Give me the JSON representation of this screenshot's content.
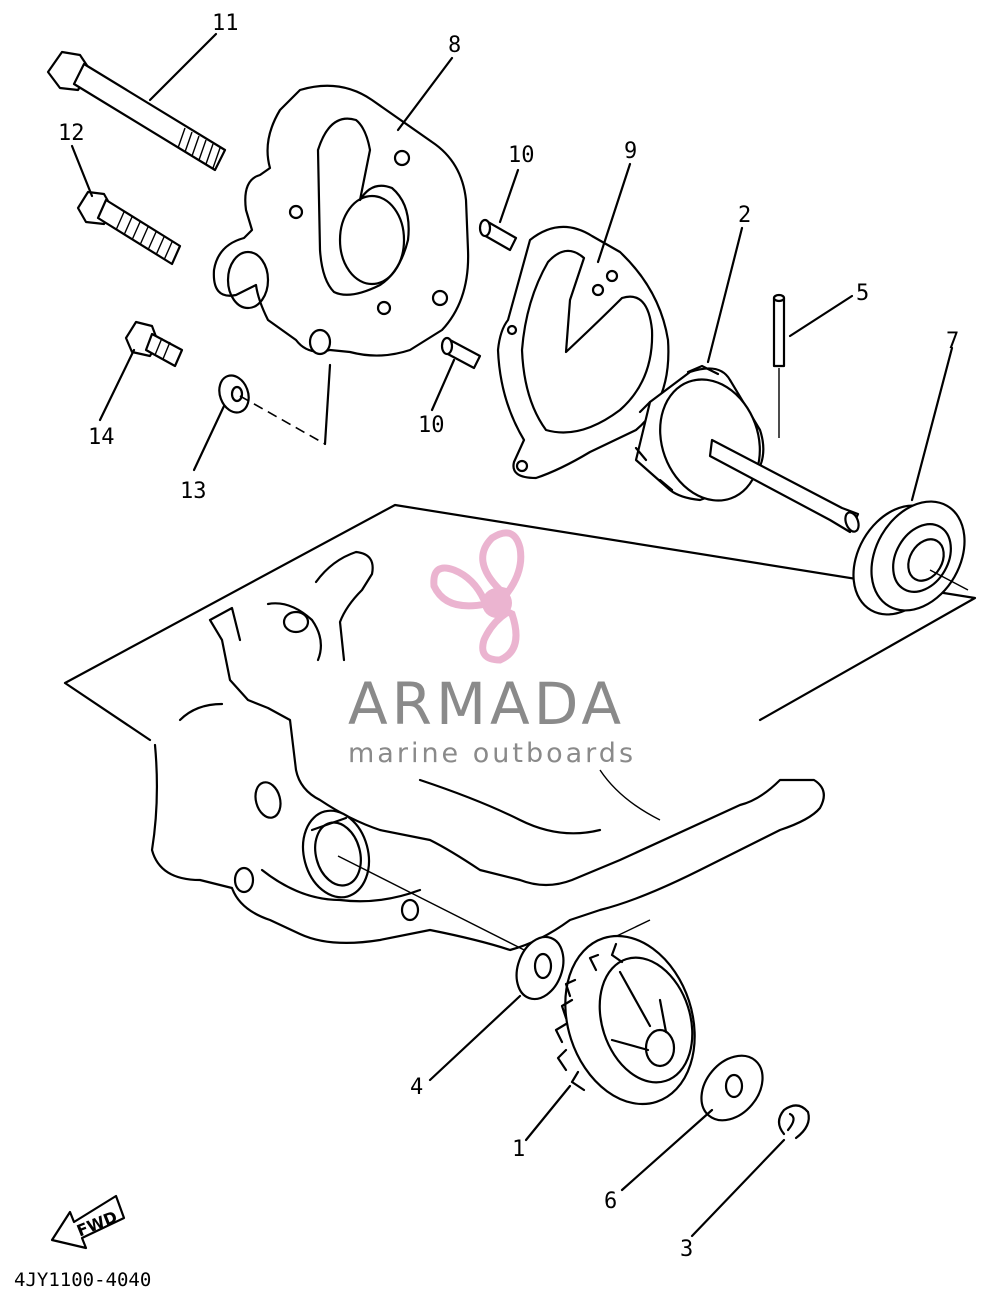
{
  "diagram": {
    "code": "4JY1100-4040",
    "fwd_label": "FWD",
    "watermark": {
      "brand": "ARMADA",
      "tagline": "marine outboards",
      "color": "#e8a7c8"
    },
    "callouts": {
      "p1": "1",
      "p2": "2",
      "p3": "3",
      "p4": "4",
      "p5": "5",
      "p6": "6",
      "p7": "7",
      "p8": "8",
      "p9": "9",
      "p10a": "10",
      "p10b": "10",
      "p11": "11",
      "p12": "12",
      "p13": "13",
      "p14": "14"
    }
  }
}
